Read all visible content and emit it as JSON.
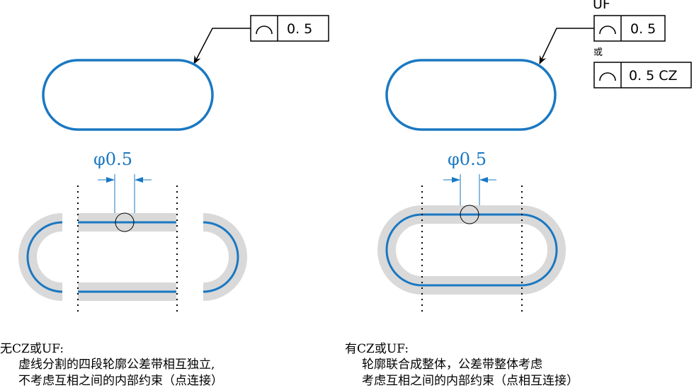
{
  "left": {
    "fcf": {
      "symbol": "profile-of-a-line-icon",
      "value": "0. 5"
    },
    "dimension": "φ0.5",
    "caption": {
      "title": "无CZ或UF:",
      "line1": "虚线分割的四段轮廓公差带相互独立,",
      "line2": "不考虑互相之间的内部约束（点连接）"
    }
  },
  "right": {
    "modifier": "UF",
    "fcf": {
      "symbol": "profile-of-a-line-icon",
      "value": "0. 5"
    },
    "or_text": "或",
    "fcf_alt": {
      "symbol": "profile-of-a-line-icon",
      "value": "0. 5 CZ"
    },
    "dimension": "φ0.5",
    "caption": {
      "title": "有CZ或UF:",
      "line1": "轮廓联合成整体，公差带整体考虑",
      "line2": "考虑互相之间的内部约束（点相互连接）"
    }
  },
  "colors": {
    "profile": "#1a78c2",
    "tolerance_zone": "#d9d9d9",
    "line": "#000000"
  }
}
